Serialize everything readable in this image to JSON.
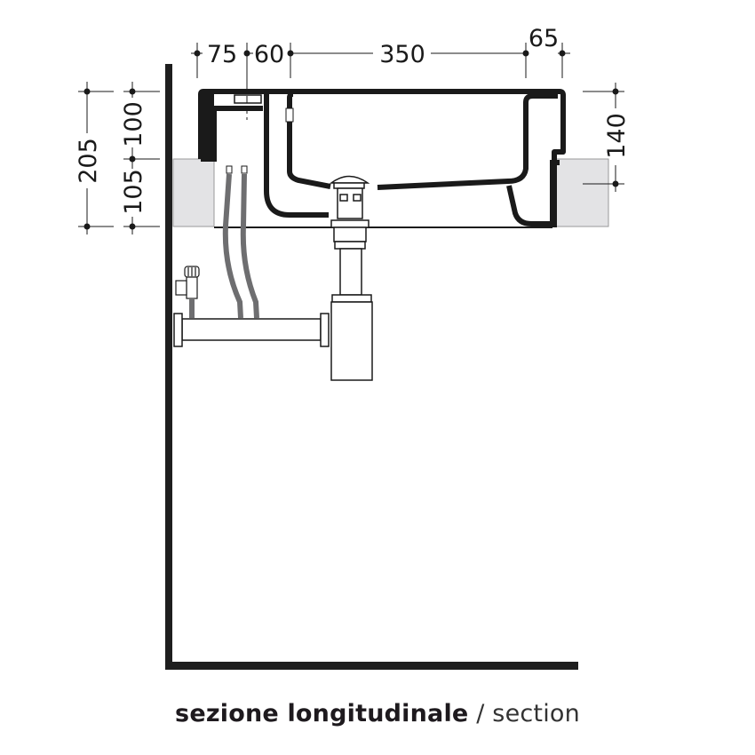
{
  "diagram": {
    "type": "technical cross-section drawing (washbasin)",
    "caption": {
      "primary": "sezione longitudinale",
      "separator": " / ",
      "secondary": "section"
    },
    "dimensions": {
      "horizontal": {
        "d1": "75",
        "d2": "60",
        "d3": "350",
        "d4": "65"
      },
      "vertical_left": {
        "total": "205",
        "upper": "100",
        "lower": "105"
      },
      "vertical_right": {
        "depth": "140"
      }
    },
    "colors": {
      "line": "#1a1a1a",
      "wall": "#1e1e1e",
      "support_block": "#e3e3e5",
      "hose": "#6e6e70",
      "fitting": "#ffffff"
    },
    "components": [
      "wall",
      "floor",
      "basin-shell",
      "left-support-block",
      "right-support-block",
      "pop-up-drain",
      "bottle-trap",
      "waste-pipe",
      "supply-hoses",
      "angle-valve"
    ]
  }
}
